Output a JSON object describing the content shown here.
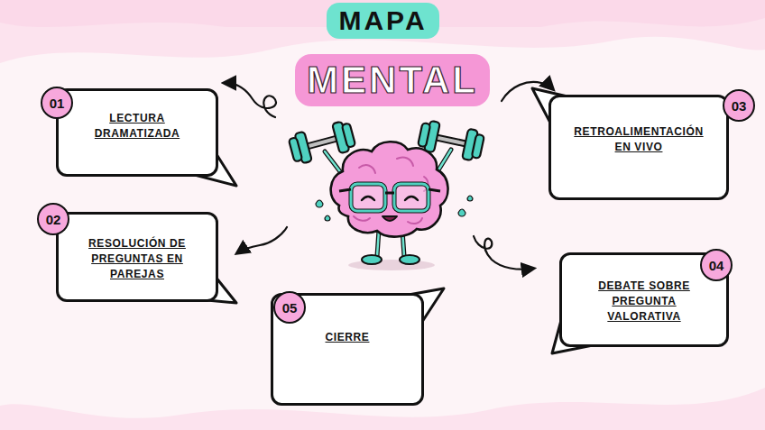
{
  "diagram": {
    "nodes": [
      {
        "text": [
          "MAPA"
        ]
      },
      {
        "text": [
          "MENTAL"
        ]
      },
      {
        "text": [
          "LECTURA DRAMATIZADA"
        ]
      },
      {
        "text": [
          "01"
        ],
        "in": 2
      },
      {
        "text": [
          "RETROALIMENTACIÓN EN VIVO"
        ]
      },
      {
        "text": [
          "03"
        ],
        "in": 4
      },
      {
        "text": [
          "RESOLUCIÓN DE PREGUNTAS EN PAREJAS"
        ]
      },
      {
        "text": [
          "02"
        ],
        "in": 6
      },
      {
        "text": [
          "DEBATE SOBRE PREGUNTA VALORATIVA"
        ]
      },
      {
        "text": [
          "04"
        ],
        "in": 8
      },
      {
        "text": [
          "CIERRE"
        ]
      },
      {
        "text": [
          "05"
        ],
        "in": 10
      }
    ]
  }
}
